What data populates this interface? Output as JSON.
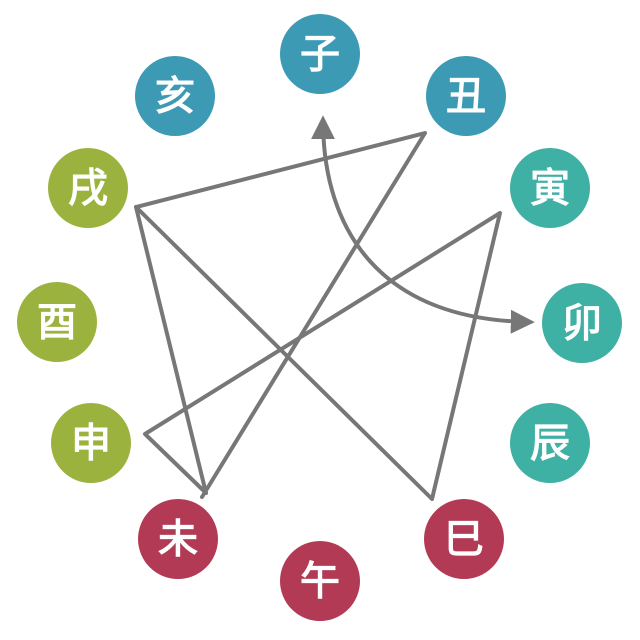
{
  "nodes": [
    {
      "id": "zi",
      "label": "子",
      "color": "#3d9ab4"
    },
    {
      "id": "chou",
      "label": "丑",
      "color": "#3d9ab4"
    },
    {
      "id": "yin",
      "label": "寅",
      "color": "#3fb0a4"
    },
    {
      "id": "mao",
      "label": "卯",
      "color": "#3fb0a4"
    },
    {
      "id": "chen",
      "label": "辰",
      "color": "#3fb0a4"
    },
    {
      "id": "si",
      "label": "巳",
      "color": "#b23a55"
    },
    {
      "id": "wu",
      "label": "午",
      "color": "#b23a55"
    },
    {
      "id": "wei",
      "label": "未",
      "color": "#b23a55"
    },
    {
      "id": "shen",
      "label": "申",
      "color": "#9bb33e"
    },
    {
      "id": "you",
      "label": "酉",
      "color": "#9bb33e"
    },
    {
      "id": "xu",
      "label": "戌",
      "color": "#9bb33e"
    },
    {
      "id": "hai",
      "label": "亥",
      "color": "#3d9ab4"
    }
  ],
  "line_color": "#777777"
}
